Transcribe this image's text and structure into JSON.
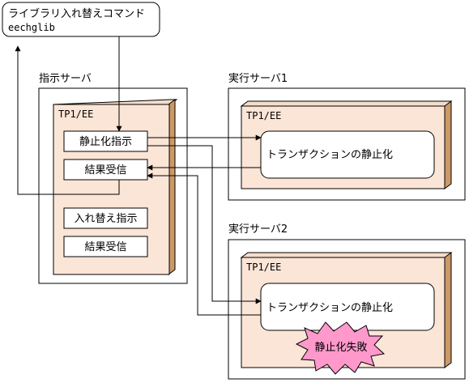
{
  "command": {
    "title": "ライブラリ入れ替えコマンド",
    "name": "eechglib"
  },
  "director": {
    "label": "指示サーバ",
    "product": "TP1/EE",
    "buttons": [
      "静止化指示",
      "結果受信",
      "入れ替え指示",
      "結果受信"
    ]
  },
  "exec1": {
    "label": "実行サーバ1",
    "product": "TP1/EE",
    "process": "トランザクションの静止化"
  },
  "exec2": {
    "label": "実行サーバ2",
    "product": "TP1/EE",
    "process": "トランザクションの静止化",
    "failure": "静止化失敗"
  },
  "colors": {
    "tp1_fill": "#fbe5d6",
    "tp1_side": "#cc9966",
    "line": "#000000",
    "failure_fill": "#ff99cc"
  }
}
